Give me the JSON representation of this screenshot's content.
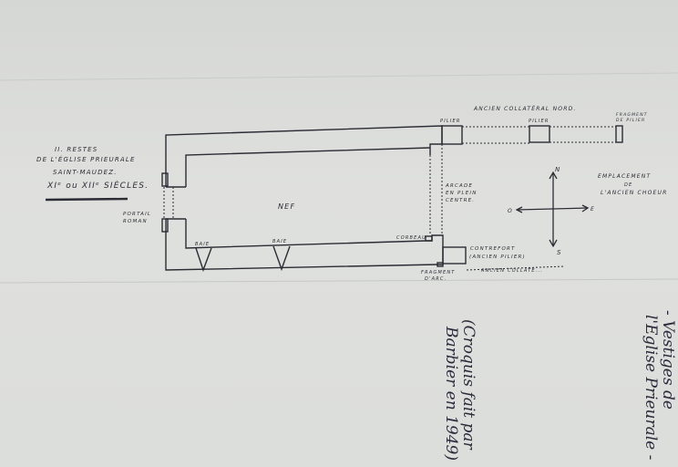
{
  "title": {
    "line1": "II. RESTES",
    "line2": "DE L'ÉGLISE PRIEURALE",
    "line3": "SAINT-MAUDEZ.",
    "line4": "XIᵉ ou XIIᵉ SIÈCLES."
  },
  "labels": {
    "collateral_nord": "ANCIEN COLLATÉRAL NORD.",
    "pilier_1": "PILIER",
    "pilier_2": "PILIER",
    "fragment_pilier_1": "FRAGMENT",
    "fragment_pilier_2": "DE PILIER",
    "nef": "NEF",
    "portail_1": "PORTAIL",
    "portail_2": "ROMAN",
    "arcade_1": "ARCADE",
    "arcade_2": "EN PLEIN",
    "arcade_3": "CENTRE.",
    "baie_1": "BAIE",
    "baie_2": "BAIE",
    "corbeau": "CORBEAU",
    "contrefort_1": "CONTREFORT",
    "contrefort_2": "(ANCIEN PILIER)",
    "fragment_arc_1": "FRAGMENT",
    "fragment_arc_2": "D'ARC.",
    "collateral_sud": "ANCIEN COLLATÉ...",
    "emplacement_1": "EMPLACEMENT",
    "emplacement_2": "DE",
    "emplacement_3": "L'ANCIEN CHOEUR"
  },
  "compass": {
    "n": "N",
    "s": "S",
    "e": "E",
    "o": "O"
  },
  "handwritten": {
    "note1_line1": "- Vestiges de",
    "note1_line2": "l'Eglise Prieurale -",
    "note2_line1": "(Croquis fait par",
    "note2_line2": "Barbier en 1949)"
  },
  "colors": {
    "ink": "#2c2c34",
    "paper": "#dcdedc"
  }
}
